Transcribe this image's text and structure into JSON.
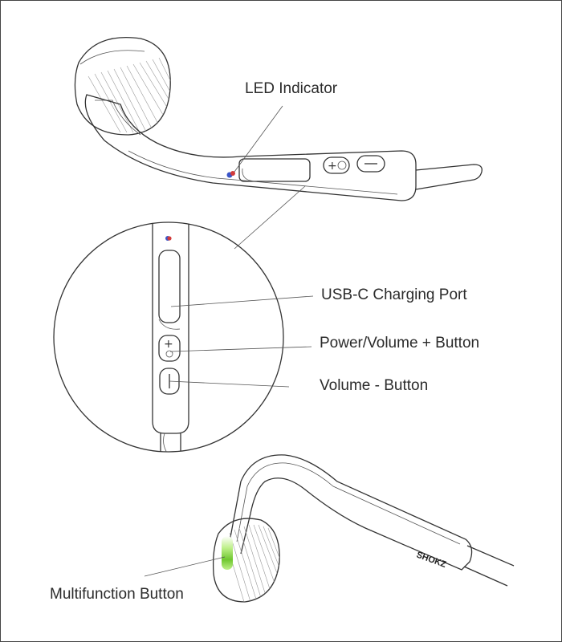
{
  "labels": {
    "led": "LED Indicator",
    "usb": "USB-C Charging Port",
    "power": "Power/Volume + Button",
    "volume_down": "Volume - Button",
    "multifunction": "Multifunction Button"
  },
  "brand": "SHOKZ",
  "colors": {
    "outline": "#333333",
    "led_red": "#d23b3b",
    "led_blue": "#3a55c8",
    "button_green": "#7dd13f"
  }
}
